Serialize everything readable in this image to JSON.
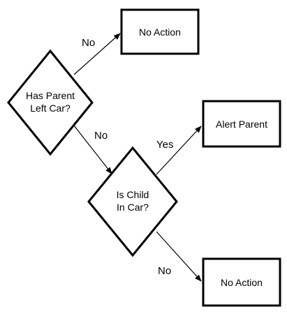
{
  "diagram": {
    "nodes": {
      "no_action_top": {
        "label": "No Action"
      },
      "has_parent_left": {
        "line1": "Has Parent",
        "line2": "Left Car?"
      },
      "alert_parent": {
        "label": "Alert Parent"
      },
      "is_child_in_car": {
        "line1": "Is Child",
        "line2": "In Car?"
      },
      "no_action_bottom": {
        "label": "No Action"
      }
    },
    "edges": {
      "parent_to_no_action": {
        "label": "No"
      },
      "parent_to_child": {
        "label": "No"
      },
      "child_to_alert": {
        "label": "Yes"
      },
      "child_to_no_action": {
        "label": "No"
      }
    }
  }
}
